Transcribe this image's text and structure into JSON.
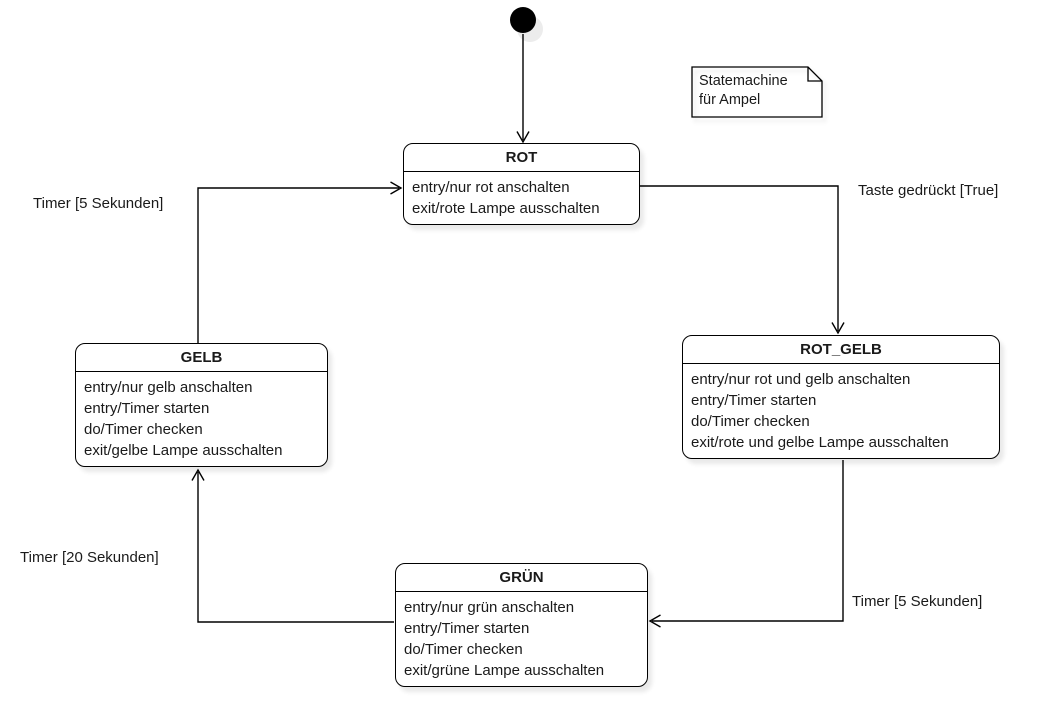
{
  "diagram": {
    "note": {
      "line1": "Statemachine",
      "line2": "für Ampel"
    },
    "states": {
      "rot": {
        "title": "ROT",
        "actions": [
          "entry/nur rot anschalten",
          "exit/rote Lampe ausschalten"
        ]
      },
      "rot_gelb": {
        "title": "ROT_GELB",
        "actions": [
          "entry/nur rot und gelb anschalten",
          "entry/Timer starten",
          "do/Timer checken",
          "exit/rote und gelbe Lampe ausschalten"
        ]
      },
      "gruen": {
        "title": "GRÜN",
        "actions": [
          "entry/nur grün anschalten",
          "entry/Timer starten",
          "do/Timer checken",
          "exit/grüne Lampe ausschalten"
        ]
      },
      "gelb": {
        "title": "GELB",
        "actions": [
          "entry/nur gelb anschalten",
          "entry/Timer starten",
          "do/Timer checken",
          "exit/gelbe Lampe ausschalten"
        ]
      }
    },
    "transitions": {
      "gelb_to_rot": "Timer [5 Sekunden]",
      "rot_to_rot_gelb": "Taste gedrückt [True]",
      "rot_gelb_to_gruen": "Timer [5 Sekunden]",
      "gruen_to_gelb": "Timer [20 Sekunden]"
    },
    "colors": {
      "stroke": "#000000",
      "state_fill": "#ffffff",
      "background": "#ffffff"
    }
  }
}
